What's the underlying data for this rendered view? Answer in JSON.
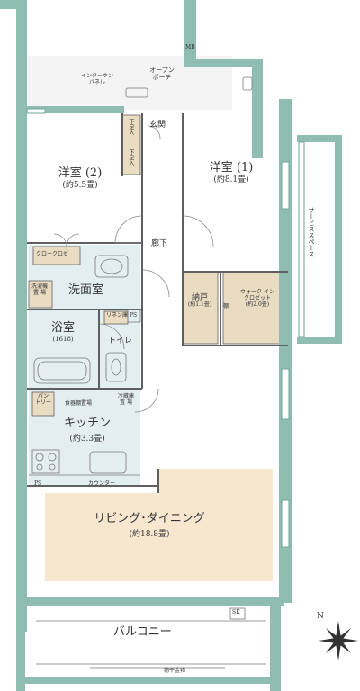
{
  "colors": {
    "wall": "#8fbdb1",
    "wall_dark": "#6fa596",
    "ldk_floor": "#f7e7cf",
    "storage_floor": "#e9dcc3",
    "wet_floor": "#e3eef0",
    "line": "#5f5f5f"
  },
  "rooms": {
    "western2": {
      "name": "洋室 (2)",
      "size": "(約5.5畳)"
    },
    "western1": {
      "name": "洋室 (1)",
      "size": "(約8.1畳)"
    },
    "ldk": {
      "name": "リビング･ダイニング",
      "size": "(約18.8畳)"
    },
    "kitchen": {
      "name": "キッチン",
      "size": "(約3.3畳)"
    },
    "bath": {
      "name": "浴室",
      "size": "(1618)"
    },
    "washroom": {
      "name": "洗面室"
    },
    "toilet": {
      "name": "トイレ"
    },
    "closet": {
      "name": "納戸",
      "size": "(約1.1畳)"
    },
    "wic": {
      "name1": "ウォーク イン",
      "name2": "クロゼット",
      "size": "(約2.0畳)"
    },
    "entrance": {
      "name": "玄関"
    },
    "hallway": {
      "name": "廊下"
    },
    "balcony": {
      "name": "バルコニー"
    },
    "porch": {
      "name1": "オープン",
      "name2": "ポーチ"
    },
    "service_space": {
      "name": "サービススペース"
    }
  },
  "labels": {
    "mb": "MB",
    "intercom1": "インターホン",
    "intercom2": "パネル",
    "shoe_rack_top": "下足入",
    "shoe_rack_bottom": "下足入",
    "cloak": "クロークロゼ",
    "washer1": "洗濯機",
    "washer2": "置 場",
    "linen": "リネン庫",
    "ps_top": "PS",
    "ps_bottom": "PS",
    "shelf": "棚",
    "pantry1": "パン",
    "pantry2": "トリー",
    "dish_shelf": "食器棚置場",
    "fridge1": "冷蔵庫",
    "fridge2": "置 場",
    "counter": "カウンター",
    "sk": "SK",
    "drying": "物干金物",
    "north": "N"
  }
}
